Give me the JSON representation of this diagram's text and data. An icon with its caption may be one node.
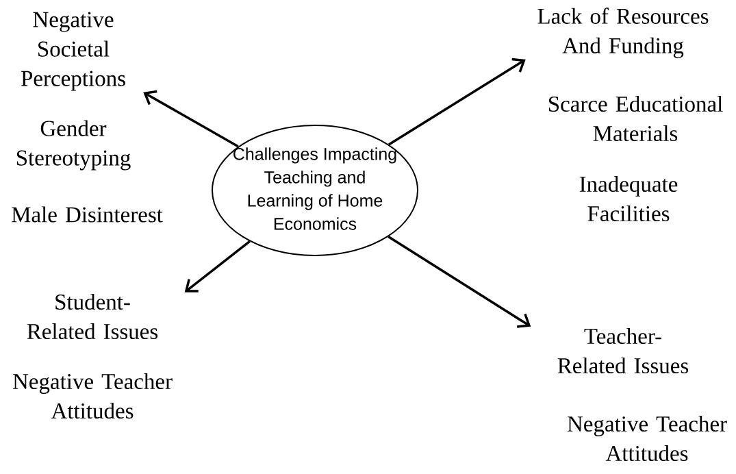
{
  "diagram": {
    "nodes": [
      {
        "text": [
          "Challenges Impacting Teaching and Learning of Home Economics"
        ]
      },
      {
        "text": [
          "Negative Societal Perceptions"
        ]
      },
      {
        "text": [
          "Lack of Resources And Funding"
        ]
      },
      {
        "text": [
          "Student-Related Issues"
        ]
      },
      {
        "text": [
          "Teacher-Related Issues"
        ]
      }
    ],
    "edges": [
      {
        "from": 0,
        "to": 1,
        "arrow": "to"
      },
      {
        "from": 0,
        "to": 2,
        "arrow": "to"
      },
      {
        "from": 0,
        "to": 3,
        "arrow": "to"
      },
      {
        "from": 0,
        "to": 4,
        "arrow": "to"
      }
    ],
    "labels": [
      "Gender Stereotyping",
      "Scarce Educational Materials",
      "Inadequate Facilities",
      "Male Disinterest",
      "Negative Teacher Attitudes",
      "Negative Teacher Attitudes"
    ]
  }
}
